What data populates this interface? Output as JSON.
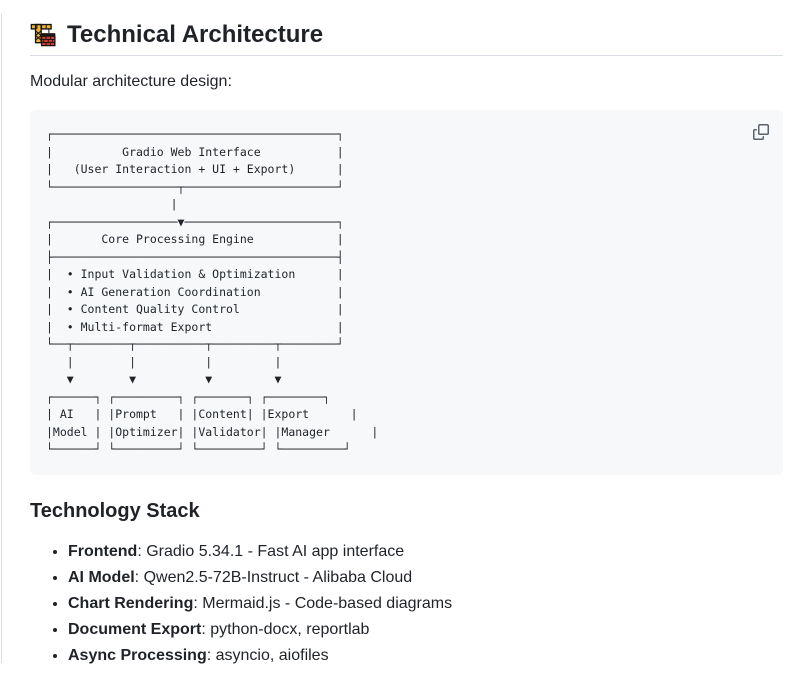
{
  "page": {
    "heading": "Technical Architecture",
    "intro": "Modular architecture design:"
  },
  "icons": {
    "heading_icon": "building-construction-emoji",
    "code_block_icon": "copy-icon"
  },
  "diagram": {
    "ascii": "┌─────────────────────────────────────────┐\n|          Gradio Web Interface           |\n|   (User Interaction + UI + Export)      |\n└──────────────────┬──────────────────────┘\n                  |\n┌──────────────────▼──────────────────────┐\n|       Core Processing Engine            |\n├─────────────────────────────────────────┤\n|  • Input Validation & Optimization      |\n|  • AI Generation Coordination           |\n|  • Content Quality Control              |\n|  • Multi-format Export                  |\n└──┬────────┬──────────┬─────────┬────────┘\n   |        |          |         |\n   ▼        ▼          ▼         ▼\n┌──────┐ ┌─────────┐ ┌───────┐ ┌────────┐\n| AI   | |Prompt   | |Content| |Export      |\n|Model | |Optimizer| |Validator| |Manager      |\n└──────┘ └─────────┘ └─────────┘ └─────────┘"
  },
  "tech_stack": {
    "heading": "Technology Stack",
    "items": [
      {
        "label": "Frontend",
        "rest": ": Gradio 5.34.1 - Fast AI app interface"
      },
      {
        "label": "AI Model",
        "rest": ": Qwen2.5-72B-Instruct - Alibaba Cloud"
      },
      {
        "label": "Chart Rendering",
        "rest": ": Mermaid.js - Code-based diagrams"
      },
      {
        "label": "Document Export",
        "rest": ": python-docx, reportlab"
      },
      {
        "label": "Async Processing",
        "rest": ": asyncio, aiofiles"
      }
    ]
  },
  "colors": {
    "text": "#1f2328",
    "code_background": "#f6f8fa",
    "heading_border": "#d8dee4",
    "icon_gray": "#59636e",
    "emoji_yellow": "#eeb331",
    "emoji_red": "#cd3f33"
  }
}
